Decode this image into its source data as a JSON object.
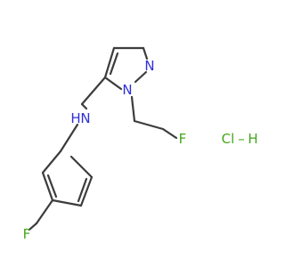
{
  "molecule": {
    "colors": {
      "bond": "#3c3c3c",
      "nitrogen": "#2f2fd6",
      "fluorine": "#43a61a",
      "chlorine": "#43a61a",
      "hydrogen": "#43a61a",
      "background": "#ffffff"
    },
    "atoms": {
      "ring_nitrogen_top": "N",
      "ring_nitrogen_substituted": "N",
      "amine_nitrogen": "N",
      "amine_hydrogen": "H",
      "fluoroethyl_fluorine": "F",
      "aryl_fluorine": "F"
    },
    "salt": {
      "chlorine": "Cl",
      "bond": "–",
      "hydrogen": "H"
    }
  }
}
